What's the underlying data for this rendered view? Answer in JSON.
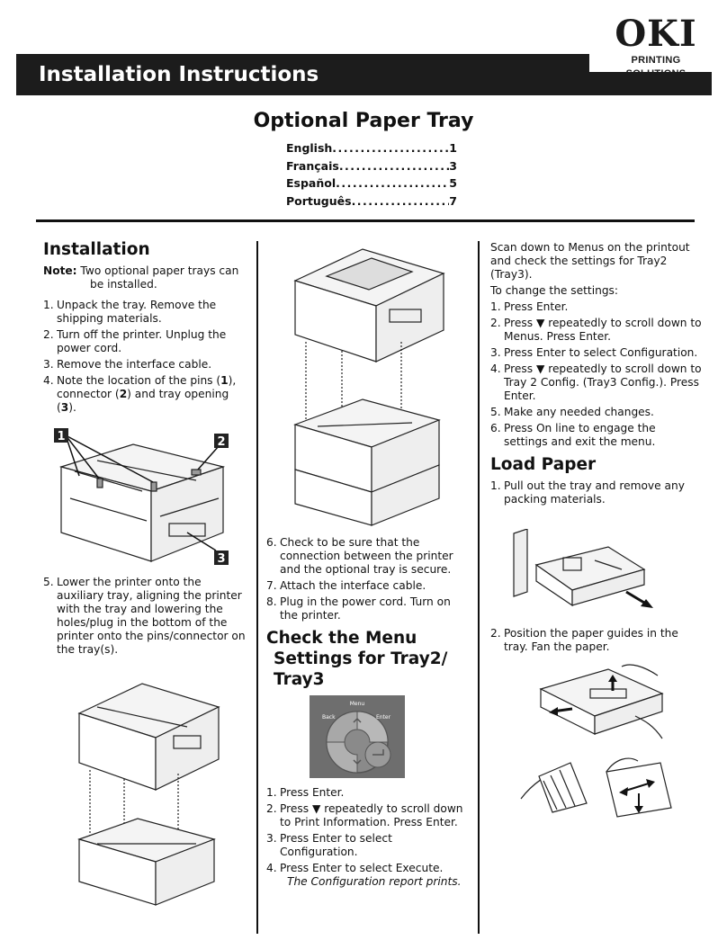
{
  "brand": {
    "name": "OKI",
    "tagline": "PRINTING SOLUTIONS"
  },
  "header": {
    "title": "Installation Instructions"
  },
  "doc_title": "Optional Paper Tray",
  "toc": [
    {
      "lang": "English",
      "page": "1"
    },
    {
      "lang": "Français",
      "page": "3"
    },
    {
      "lang": "Español",
      "page": "5"
    },
    {
      "lang": "Português",
      "page": "7"
    }
  ],
  "installation": {
    "heading": "Installation",
    "note_label": "Note:",
    "note_text_a": "Two optional paper trays can",
    "note_text_b": "be installed.",
    "steps": [
      {
        "num": "1.",
        "text": "Unpack the tray.  Remove the shipping materials."
      },
      {
        "num": "2.",
        "text": "Turn off the printer.  Unplug the power cord."
      },
      {
        "num": "3.",
        "text": "Remove the interface cable."
      },
      {
        "num": "4.",
        "text_a": "Note the location of the pins (",
        "b1": "1",
        "text_b": "), connector (",
        "b2": "2",
        "text_c": ") and tray opening (",
        "b3": "3",
        "text_d": ")."
      }
    ],
    "callouts": [
      "1",
      "2",
      "3"
    ],
    "step5": {
      "num": "5.",
      "text": "Lower the printer onto the auxiliary tray, aligning the printer with the tray and lowering the holes/plug in the bottom of the printer onto the pins/connector on the tray(s)."
    }
  },
  "middle": {
    "steps": [
      {
        "num": "6.",
        "text": "Check to be sure that the connection between the printer and the optional tray is secure."
      },
      {
        "num": "7.",
        "text": "Attach the interface cable."
      },
      {
        "num": "8.",
        "text": "Plug in the power cord.  Turn on the printer."
      }
    ],
    "check_heading_a": "Check the Menu",
    "check_heading_b": "Settings for Tray2/",
    "check_heading_c": "Tray3",
    "panel": {
      "back": "Back",
      "menu": "Menu",
      "enter": "Enter"
    },
    "menu_steps": [
      {
        "num": "1.",
        "text": "Press Enter."
      },
      {
        "num": "2.",
        "text": "Press ▼  repeatedly to scroll down to Print Information. Press Enter."
      },
      {
        "num": "3.",
        "text": "Press Enter to select Configuration."
      },
      {
        "num": "4.",
        "text": "Press Enter to select Execute.",
        "italic": "The Configuration report prints."
      }
    ]
  },
  "right": {
    "intro": "Scan down to Menus on the printout and check the settings for Tray2 (Tray3).",
    "change_label": "To change the settings:",
    "change_steps": [
      {
        "num": "1.",
        "text": "Press Enter."
      },
      {
        "num": "2.",
        "text": "Press ▼  repeatedly to scroll down to Menus. Press Enter."
      },
      {
        "num": "3.",
        "text": "Press Enter to select Configuration."
      },
      {
        "num": "4.",
        "text": "Press ▼  repeatedly to scroll down to Tray 2 Config. (Tray3 Config.). Press Enter."
      },
      {
        "num": "5.",
        "text": "Make any needed changes."
      },
      {
        "num": "6.",
        "text": "Press On line to engage the settings and exit the menu."
      }
    ],
    "load_heading": "Load Paper",
    "load_step1": {
      "num": "1.",
      "text": "Pull out the tray and remove any packing materials."
    },
    "load_step2": {
      "num": "2.",
      "text": "Position the paper guides in the tray. Fan the paper."
    }
  }
}
